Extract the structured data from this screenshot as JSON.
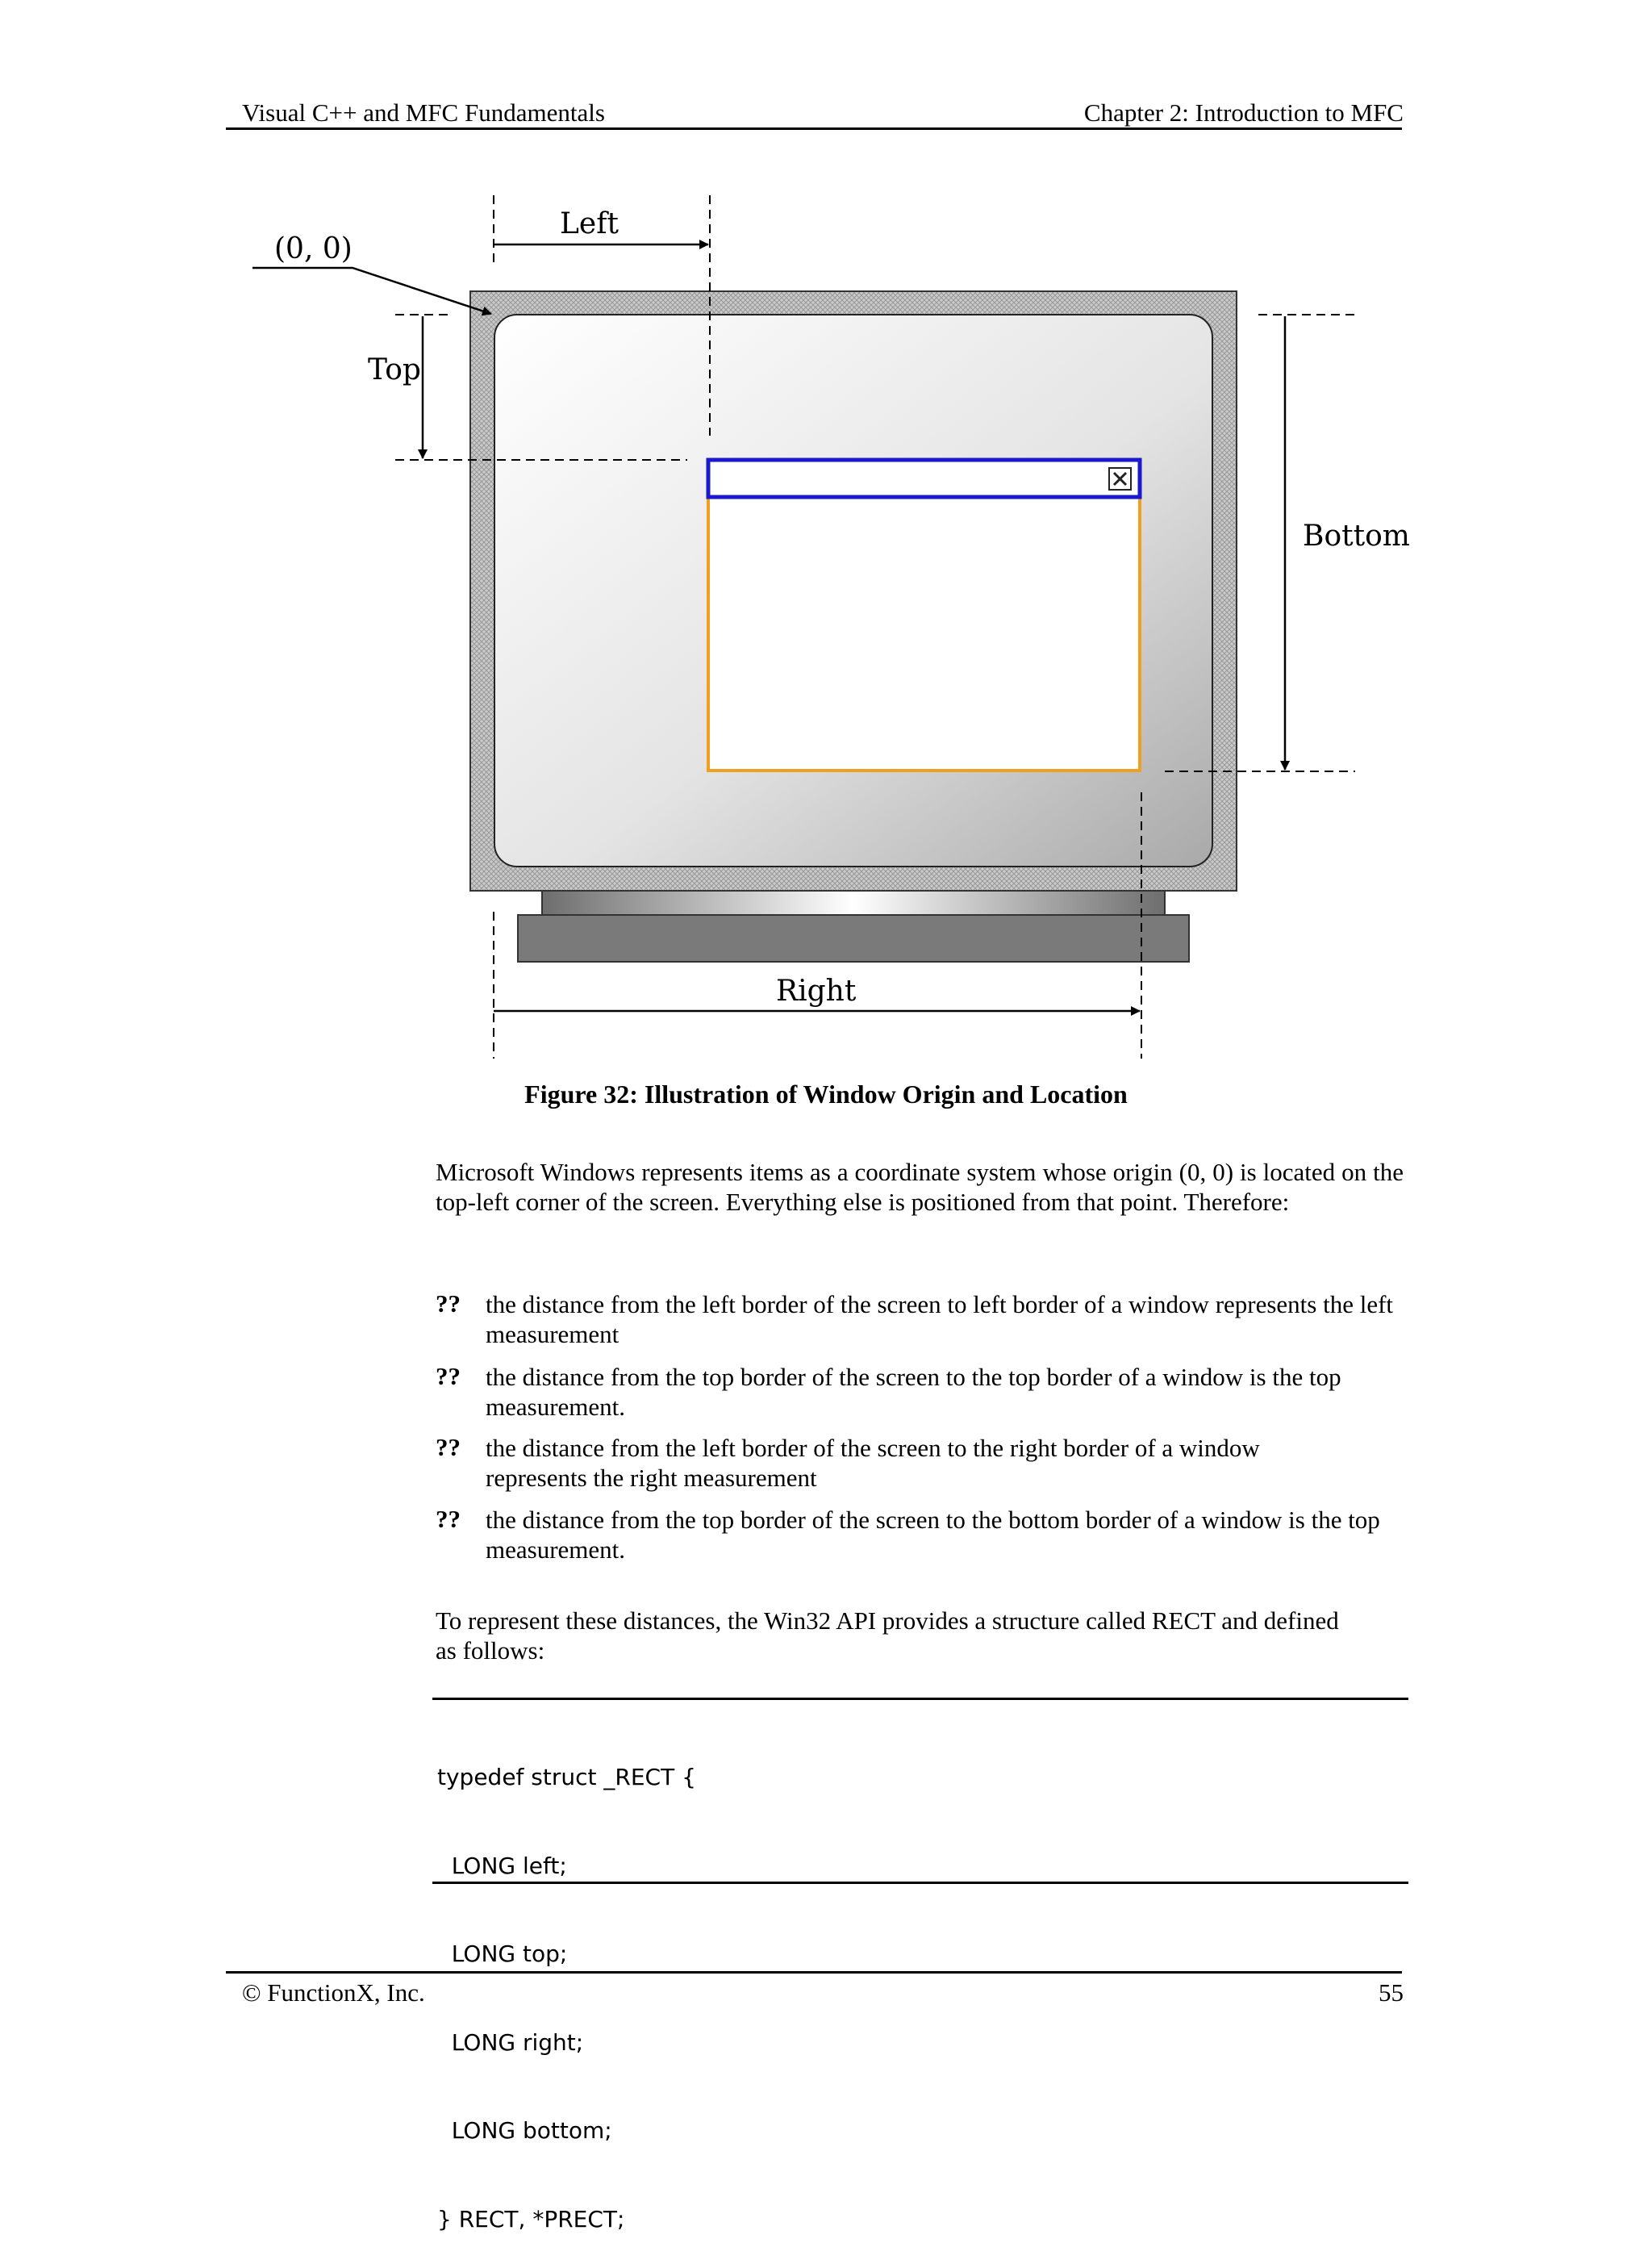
{
  "header": {
    "left": "Visual C++ and MFC Fundamentals",
    "right": "Chapter 2: Introduction to MFC"
  },
  "figure": {
    "labels": {
      "origin": "(0, 0)",
      "left": "Left",
      "top": "Top",
      "bottom": "Bottom",
      "right": "Right",
      "close": "X"
    },
    "caption": "Figure 32: Illustration of Window  Origin and Location"
  },
  "body": {
    "intro": "Microsoft Windows represents items as a coordinate system whose origin (0, 0) is located on the top-left corner of the screen. Everything else is positioned from that point. Therefore:",
    "bullet_mark": "??",
    "bullets": [
      "the distance from the left border of the screen  to left border of a window represents the left measurement",
      "the distance from the top border of the screen to the top border of a window is the top measurement.",
      "the distance from the left border of the screen  to the right border of a window represents the right measurement",
      "the distance from the top border of the screen to the bottom border of a window is the top measurement."
    ],
    "rect_intro": "To represent these distances, the Win32 API provides a structure called RECT and defined as follows:",
    "code_lines": [
      "typedef struct _RECT {",
      "  LONG left;",
      "  LONG top;",
      "  LONG right;",
      "  LONG bottom;",
      "} RECT, *PRECT;"
    ]
  },
  "footer": {
    "left": "© FunctionX, Inc.",
    "right": "55"
  },
  "colors": {
    "window_border": "#f0a020",
    "titlebar_border": "#1a1acc"
  }
}
